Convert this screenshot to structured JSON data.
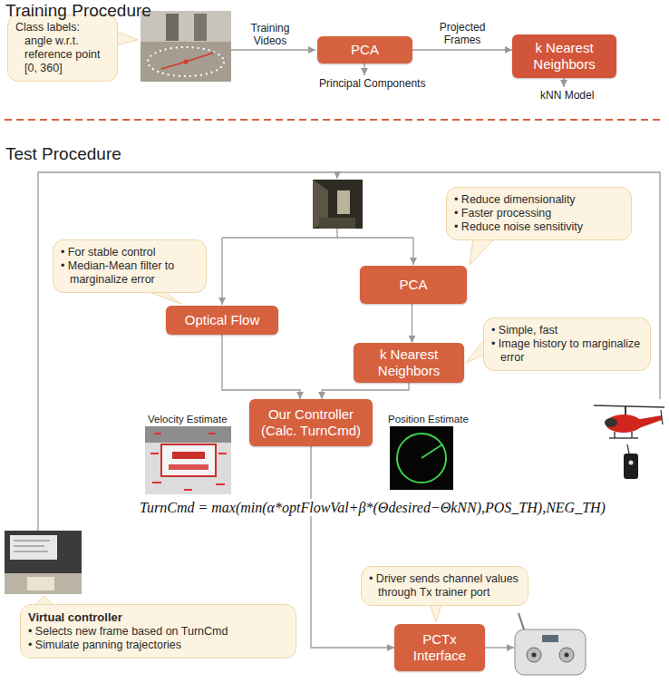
{
  "diagram": {
    "nodes": [
      {
        "text": [
          "Class labels: angle w.r.t. reference point [0, 360]"
        ]
      },
      {
        "text": [
          "PCA"
        ]
      },
      {
        "text": [
          "k Nearest Neighbors"
        ]
      },
      {
        "text": [
          "• For stable control",
          "• Median-Mean filter to marginalize error"
        ]
      },
      {
        "text": [
          "• Reduce dimensionality",
          "• Faster processing",
          "• Reduce noise sensitivity"
        ]
      },
      {
        "text": [
          "Optical Flow"
        ]
      },
      {
        "text": [
          "PCA"
        ]
      },
      {
        "text": [
          "• Simple, fast",
          "• Image history to marginalize error"
        ]
      },
      {
        "text": [
          "k Nearest Neighbors"
        ]
      },
      {
        "text": [
          "Our Controller (Calc. TurnCmd)"
        ]
      },
      {
        "text": [
          "Virtual controller",
          "• Selects new frame based on TurnCmd",
          "• Simulate panning trajectories"
        ]
      },
      {
        "text": [
          "• Driver sends channel values through Tx trainer port"
        ]
      },
      {
        "text": [
          "PCTx Interface"
        ]
      }
    ],
    "edges": [
      {
        "from": 1,
        "to": 2,
        "arrow": "to",
        "label": "Projected Frames"
      },
      {
        "from": 5,
        "to": 9,
        "arrow": "to"
      },
      {
        "from": 6,
        "to": 8,
        "arrow": "to"
      },
      {
        "from": 8,
        "to": 9,
        "arrow": "to"
      },
      {
        "from": 9,
        "to": 12,
        "arrow": "to"
      }
    ],
    "labels": [
      "Training Procedure",
      "Training Videos",
      "Principal Components",
      "kNN Model",
      "Test Procedure",
      "Velocity Estimate",
      "Position Estimate",
      "TurnCmd = max(min(α*optFlowVal+β*(Θdesired−ΘkNN),POS_TH),NEG_TH)"
    ]
  }
}
